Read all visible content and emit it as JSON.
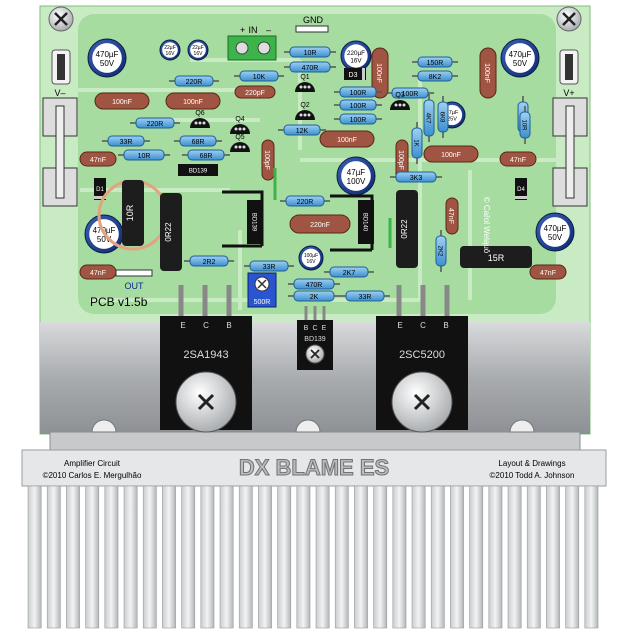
{
  "pcb_version": "PCB v1.5b",
  "input": {
    "plus": "+",
    "label": "IN",
    "minus": "–"
  },
  "gnd": "GND",
  "out": "OUT",
  "rails": {
    "neg": "V–",
    "pos": "V+"
  },
  "credit_vertical": "© Cařol Weląuǒ",
  "bottom_text": {
    "circuit_title": "Amplifier Circuit",
    "circuit_author": "©2010  Carlos E. Mergulhão",
    "name": "DX BLAME ES",
    "layout_title": "Layout & Drawings",
    "layout_author": "©2010  Todd A. Johnson"
  },
  "transistors_to220": [
    {
      "name": "2SA1943",
      "pins": [
        "E",
        "C",
        "B"
      ]
    },
    {
      "name": "2SC5200",
      "pins": [
        "E",
        "C",
        "B"
      ]
    }
  ],
  "bd139_pins": [
    "B",
    "C",
    "E"
  ],
  "bd139_label": "BD139",
  "electrolytics": [
    {
      "value": "470µF",
      "voltage": "50V"
    },
    {
      "value": "22µF",
      "voltage": "16V"
    },
    {
      "value": "22µF",
      "voltage": "16V"
    },
    {
      "value": "220µF",
      "voltage": "16V"
    },
    {
      "value": "470µF",
      "voltage": "50V"
    },
    {
      "value": "47µF",
      "voltage": "25V"
    },
    {
      "value": "47µF",
      "voltage": "100V"
    },
    {
      "value": "100µF",
      "voltage": "16V"
    },
    {
      "value": "470µF",
      "voltage": "50V"
    },
    {
      "value": "470µF",
      "voltage": "50V"
    }
  ],
  "film_caps": [
    "100nF",
    "100nF",
    "100nF",
    "100nF",
    "100nF",
    "47nF",
    "47nF",
    "47nF",
    "47nF",
    "220nF",
    "220pF",
    "100pF",
    "100pF",
    "100nF",
    "100nF",
    "47nF"
  ],
  "resistors": [
    "10R",
    "470R",
    "10K",
    "100R",
    "100R",
    "100R",
    "100R",
    "150R",
    "8K2",
    "220R",
    "220R",
    "33R",
    "10R",
    "68R",
    "68R",
    "12K",
    "3K3",
    "220R",
    "2R2",
    "33R",
    "2K7",
    "470R",
    "2K",
    "33R",
    "0R22",
    "0R22",
    "15R",
    "10R",
    "4K7",
    "6K8",
    "1K",
    "1K",
    "2K2",
    "10R"
  ],
  "transistors_small": [
    "Q1",
    "Q2",
    "Q3",
    "Q4",
    "Q5",
    "Q6"
  ],
  "diodes": [
    "D1",
    "D3",
    "D4"
  ],
  "trimmer": "500R",
  "misc_labels": [
    "BD139",
    "BD139",
    "BD140",
    "BD139"
  ]
}
